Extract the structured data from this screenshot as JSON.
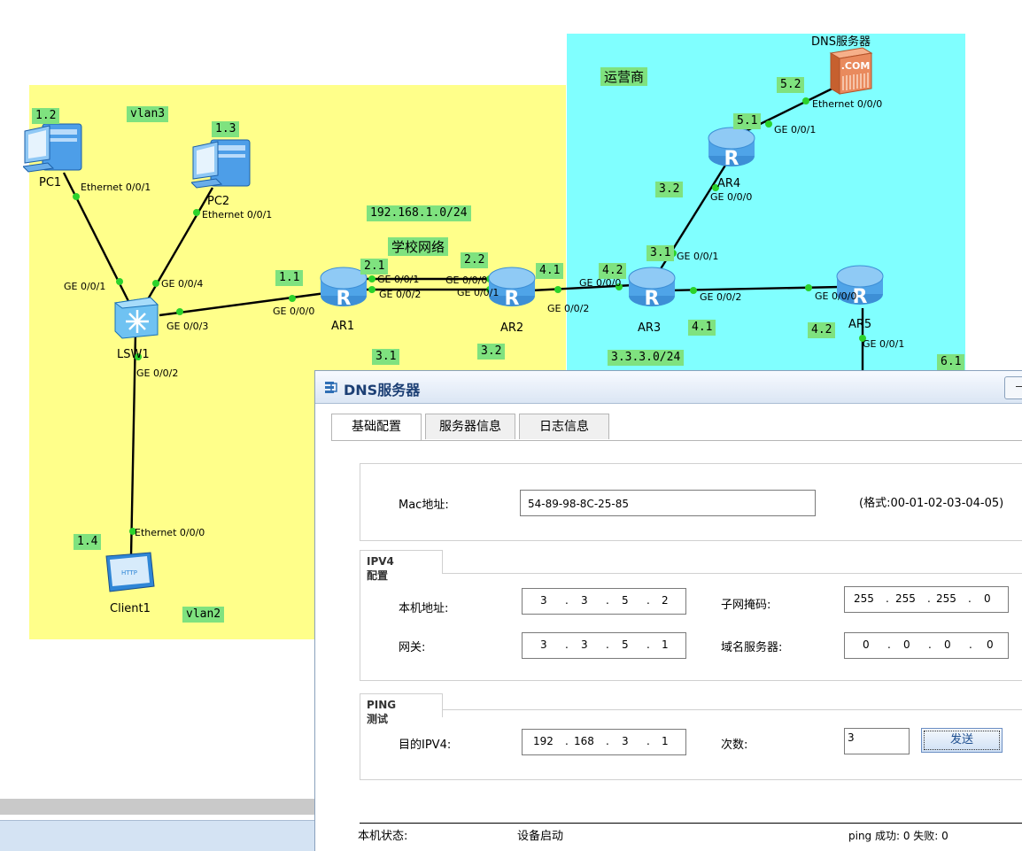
{
  "topology": {
    "zones": {
      "operator_label": "运营商",
      "school_label": "学校网络",
      "vlan3": "vlan3",
      "vlan2": "vlan2"
    },
    "networks": {
      "lan_left": "192.168.1.0/24",
      "lan_right": "3.3.3.0/24"
    },
    "devices": {
      "pc1": "PC1",
      "pc2": "PC2",
      "lsw1": "LSW1",
      "client1": "Client1",
      "ar1": "AR1",
      "ar2": "AR2",
      "ar3": "AR3",
      "ar4": "AR4",
      "ar5": "AR5",
      "dns": "DNS服务器",
      "dns_badge": ".COM"
    },
    "addr": {
      "pc1": "1.2",
      "pc2": "1.3",
      "client1": "1.4",
      "ar1_left": "1.1",
      "ar1_top": "2.1",
      "ar1_bottom": "3.1",
      "ar2_top": "2.2",
      "ar2_bottom": "3.2",
      "ar2_right": "4.1",
      "ar3_left": "4.2",
      "ar3_top": "3.1",
      "ar3_right": "4.1",
      "ar4_top": "5.1",
      "ar4_bottom": "3.2",
      "dns": "5.2",
      "ar5_left": "4.2",
      "ar5_bottom": "6.1"
    },
    "ports": {
      "pc1_eth": "Ethernet 0/0/1",
      "pc2_eth": "Ethernet 0/0/1",
      "lsw_g1": "GE 0/0/1",
      "lsw_g4": "GE 0/0/4",
      "lsw_g3": "GE 0/0/3",
      "lsw_g2": "GE 0/0/2",
      "client_eth": "Ethernet 0/0/0",
      "ar1_g0": "GE 0/0/0",
      "ar1_g1": "GE 0/0/1",
      "ar1_g2": "GE 0/0/2",
      "ar2_g0": "GE 0/0/0",
      "ar2_g1": "GE 0/0/1",
      "ar2_g2": "GE 0/0/2",
      "ar3_g0": "GE 0/0/0",
      "ar3_g1": "GE 0/0/1",
      "ar3_g2": "GE 0/0/2",
      "ar4_g0": "GE 0/0/0",
      "ar4_g1": "GE 0/0/1",
      "dns_eth": "Ethernet 0/0/0",
      "ar5_g0": "GE 0/0/0",
      "ar5_g1": "GE 0/0/1"
    }
  },
  "dialog": {
    "title": "DNS服务器",
    "tabs": [
      "基础配置",
      "服务器信息",
      "日志信息"
    ],
    "mac": {
      "label": "Mac地址:",
      "value": "54-89-98-8C-25-85",
      "hint": "(格式:00-01-02-03-04-05)"
    },
    "ipv4": {
      "section": "IPV4配置",
      "local_label": "本机地址:",
      "local": [
        "3",
        "3",
        "5",
        "2"
      ],
      "mask_label": "子网掩码:",
      "mask": [
        "255",
        "255",
        "255",
        "0"
      ],
      "gateway_label": "网关:",
      "gateway": [
        "3",
        "3",
        "5",
        "1"
      ],
      "dns_label": "域名服务器:",
      "dns": [
        "0",
        "0",
        "0",
        "0"
      ]
    },
    "ping": {
      "section": "PING测试",
      "dest_label": "目的IPV4:",
      "dest": [
        "192",
        "168",
        "3",
        "1"
      ],
      "count_label": "次数:",
      "count": "3",
      "send": "发送"
    },
    "status": {
      "label": "本机状态:",
      "value": "设备启动",
      "result": "ping 成功: 0  失败: 0"
    }
  },
  "colors": {
    "yellow_zone": "#ffff8a",
    "cyan_zone": "#80ffff",
    "label_green": "#7fe27f",
    "port_dot": "#2bd22b"
  }
}
